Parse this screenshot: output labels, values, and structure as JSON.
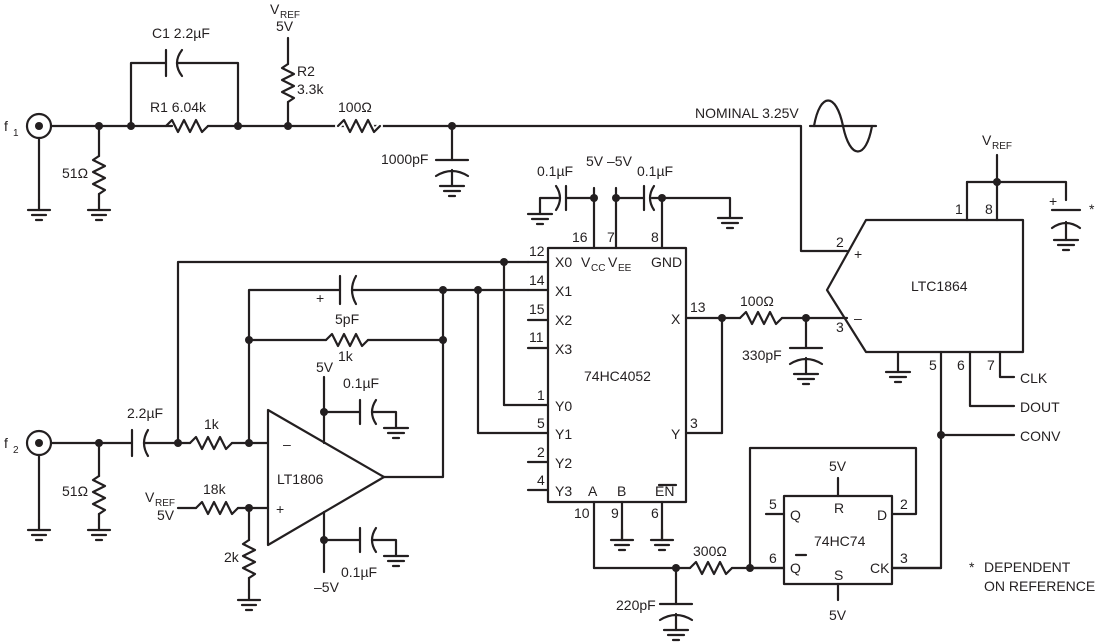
{
  "labels": {
    "f1": "f",
    "f1_sub": "1",
    "f2": "f",
    "f2_sub": "2",
    "c1": "C1 2.2µF",
    "r1": "R1 6.04k",
    "vref_top": "V",
    "vref_top_sub": "REF",
    "vref_top_val": "5V",
    "r2": "R2",
    "r2_val": "3.3k",
    "r100_top": "100Ω",
    "r51_1": "51Ω",
    "c1000": "1000pF",
    "nominal": "NOMINAL 3.25V",
    "vref_right": "V",
    "vref_right_sub": "REF",
    "star": "*",
    "c01_a": "0.1µF",
    "v5_a": "5V",
    "vm5_a": "–5V",
    "c01_b": "0.1µF",
    "p16": "16",
    "p7": "7",
    "p8": "8",
    "vcc": "V",
    "vcc_sub": "CC",
    "vee": "V",
    "vee_sub": "EE",
    "gnd": "GND",
    "p12": "12",
    "p14": "14",
    "p15": "15",
    "p11": "11",
    "x0": "X0",
    "x1": "X1",
    "x2": "X2",
    "x3": "X3",
    "p1": "1",
    "p5": "5",
    "p2": "2",
    "p4": "4",
    "y0": "Y0",
    "y1": "Y1",
    "y2": "Y2",
    "y3": "Y3",
    "mux": "74HC4052",
    "mux_x": "X",
    "p13": "13",
    "mux_y": "Y",
    "p3": "3",
    "pa": "A",
    "pb": "B",
    "pen": "EN",
    "p10": "10",
    "p9": "9",
    "p6": "6",
    "adc": "LTC1864",
    "adc_p1": "1",
    "adc_p8": "8",
    "adc_p2": "2",
    "adc_p3": "3",
    "adc_p5": "5",
    "adc_p6": "6",
    "adc_p7": "7",
    "plus": "+",
    "minus": "–",
    "r100_mid": "100Ω",
    "c330": "330pF",
    "clk": "CLK",
    "dout": "DOUT",
    "conv": "CONV",
    "c5p": "5pF",
    "r1k_fb": "1k",
    "v5_op": "5V",
    "c01_op": "0.1µF",
    "c22": "2.2µF",
    "r1k_in": "1k",
    "opamp": "LT1806",
    "r51_2": "51Ω",
    "vref_bot": "V",
    "vref_bot_sub": "REF",
    "vref_bot_val": "5V",
    "r18k": "18k",
    "r2k": "2k",
    "c01_op2": "0.1µF",
    "vm5_op": "–5V",
    "r300": "300Ω",
    "c220": "220pF",
    "ff": "74HC74",
    "ff_5v_top": "5V",
    "ff_r": "R",
    "ff_q": "Q",
    "ff_d": "D",
    "ff_qb": "Q",
    "ff_s": "S",
    "ff_ck": "CK",
    "ff_5v_bot": "5V",
    "ff_p5": "5",
    "ff_p2": "2",
    "ff_p6": "6",
    "ff_p3": "3",
    "note_star": "*",
    "note1": "DEPENDENT",
    "note2": "ON REFERENCE"
  }
}
